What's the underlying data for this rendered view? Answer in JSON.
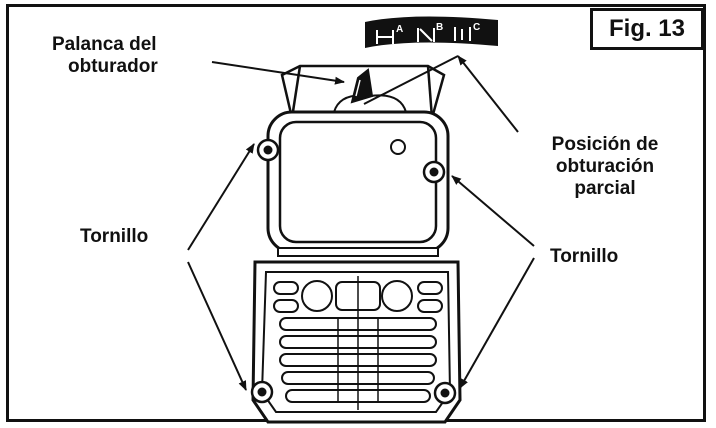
{
  "figure": {
    "title": "Fig. 13"
  },
  "labels": {
    "choke_lever_line1": "Palanca del",
    "choke_lever_line2": "obturador",
    "partial_choke_line1": "Posición de",
    "partial_choke_line2": "obturación",
    "partial_choke_line3": "parcial",
    "screw_left": "Tornillo",
    "screw_right": "Tornillo"
  },
  "choke_scale": {
    "positions": [
      "A",
      "B",
      "C"
    ]
  }
}
